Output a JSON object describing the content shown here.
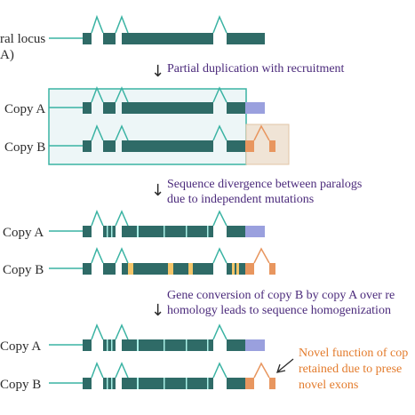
{
  "labels": {
    "ancestral_line1": "ral locus",
    "ancestral_line2": "A)",
    "copy_a": "Copy A",
    "copy_b": "Copy B"
  },
  "steps": {
    "step1": "Partial duplication with recruitment",
    "step2_line1": "Sequence divergence between paralogs",
    "step2_line2": "due to independent mutations",
    "step3_line1": "Gene conversion of copy B by copy A over re",
    "step3_line2": "homology leads to sequence homogenization",
    "arrow_glyph": "↓"
  },
  "novel": {
    "line1": "Novel function of cop",
    "line2": "retained due to prese",
    "line3": "novel exons"
  },
  "colors": {
    "exon": "#2f6b67",
    "line": "#3ab3a3",
    "box": "#3ab3a3",
    "box_fill": "#edf6f7",
    "orange": "#e8965f",
    "orange_shade": "#f0e4d6",
    "purple": "#9aa0de",
    "mutation_light": "#a8efe6",
    "mutation_yellow": "#f3c56a",
    "text": "#2b2b2b",
    "step_text": "#4b2a7b",
    "novel_text": "#e37b2c"
  }
}
